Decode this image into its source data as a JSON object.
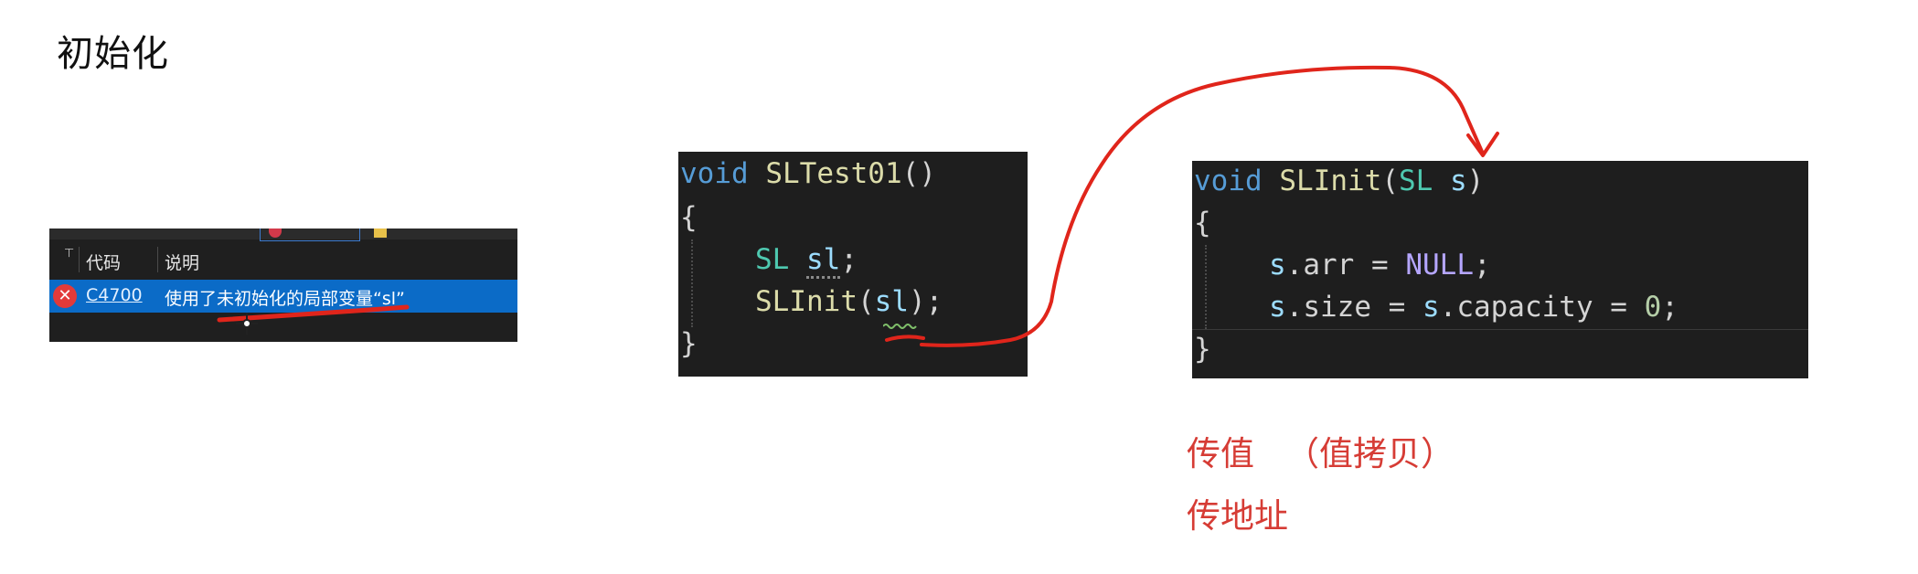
{
  "page": {
    "title": "初始化"
  },
  "error_list": {
    "columns": {
      "code": "代码",
      "description": "说明"
    },
    "error_row": {
      "code": "C4700",
      "message": "使用了未初始化的局部变量“sl”",
      "icon": "error-circle-icon"
    },
    "icons": {
      "filter": "filter-icon",
      "cursor": "crosshair-cursor-icon"
    }
  },
  "code_left": {
    "line1": {
      "keyword": "void",
      "function": "SLTest01",
      "parens": "()"
    },
    "line2": "{",
    "line3": {
      "type": "SL",
      "var": "sl",
      "semicolon": ";"
    },
    "line4": {
      "function": "SLInit",
      "open": "(",
      "arg": "sl",
      "close": ");"
    },
    "line5": "}"
  },
  "code_right": {
    "line1": {
      "keyword": "void",
      "function": "SLInit",
      "open": "(",
      "type": "SL",
      "param": "s",
      "close": ")"
    },
    "line2": "{",
    "line3": {
      "obj": "s",
      "field": ".arr = ",
      "value": "NULL",
      "end": ";"
    },
    "line4": {
      "obj": "s",
      "field": ".size = ",
      "obj2": "s",
      "field2": ".capacity = ",
      "value": "0",
      "end": ";"
    },
    "line5": "}"
  },
  "notes": {
    "pass_by_value": "传值",
    "value_copy": "（值拷贝）",
    "pass_by_address": "传地址"
  },
  "colors": {
    "annotation_red": "#e0251b",
    "error_highlight": "#0b6bc7",
    "code_background": "#1e1e1e"
  }
}
